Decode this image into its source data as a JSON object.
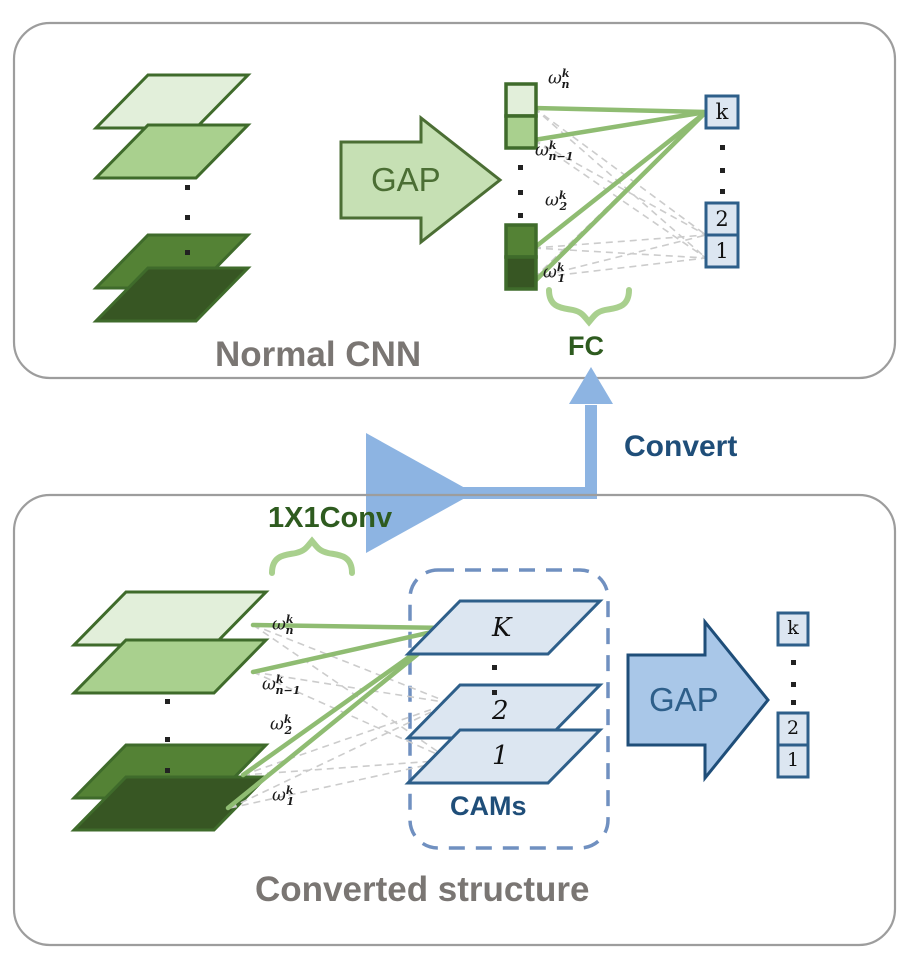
{
  "figure": {
    "type": "diagram",
    "description": "Two-panel schematic comparing a normal CNN with a converted structure producing CAMs"
  },
  "panels": [
    {
      "id": "normal-cnn",
      "title": "Normal CNN",
      "pool_label": "GAP",
      "fc_label": "FC",
      "weights": [
        "ω",
        "ω",
        "ω",
        "ω"
      ],
      "weight_labels": [
        {
          "base": "ω",
          "sub": "n",
          "sup": "k"
        },
        {
          "base": "ω",
          "sub": "n−1",
          "sup": "k"
        },
        {
          "base": "ω",
          "sub": "2",
          "sup": "k"
        },
        {
          "base": "ω",
          "sub": "1",
          "sup": "k"
        }
      ],
      "output_nodes": [
        "k",
        "2",
        "1"
      ],
      "vertical_ellipsis": "·"
    },
    {
      "id": "converted-structure",
      "title": "Converted structure",
      "conv_label": "1X1Conv",
      "pool_label": "GAP",
      "cams_label": "CAMs",
      "cam_labels": [
        "K",
        "2",
        "1"
      ],
      "weight_labels": [
        {
          "base": "ω",
          "sub": "n",
          "sup": "k"
        },
        {
          "base": "ω",
          "sub": "n−1",
          "sup": "k"
        },
        {
          "base": "ω",
          "sub": "2",
          "sup": "k"
        },
        {
          "base": "ω",
          "sub": "1",
          "sup": "k"
        }
      ],
      "output_nodes": [
        "k",
        "2",
        "1"
      ],
      "vertical_ellipsis": "·"
    }
  ],
  "connector": {
    "label": "Convert",
    "direction": "bidirectional-elbow"
  },
  "colors": {
    "panel_border": "#9d9d9d",
    "title_gray": "#7a7673",
    "green_dark_outline": "#3f6b2b",
    "green_lightest": "#e2efda",
    "green_light": "#a9d08e",
    "green_mid": "#548235",
    "green_darkest": "#375623",
    "green_arrow_fill": "#c6e0b4",
    "green_arrow_stroke": "#4b6e34",
    "green_brace": "#a9d08e",
    "green_connection": "#8fbc72",
    "blue_fill": "#dce6f1",
    "blue_stroke": "#2e5f8a",
    "blue_arrow_fill": "#a9c7e8",
    "blue_arrow_stroke": "#1f4e79",
    "blue_convert": "#8db4e2",
    "dashed_gray": "#cccccc",
    "dark_green_text": "#2e5b1f",
    "dark_blue_text": "#1f4e79"
  }
}
